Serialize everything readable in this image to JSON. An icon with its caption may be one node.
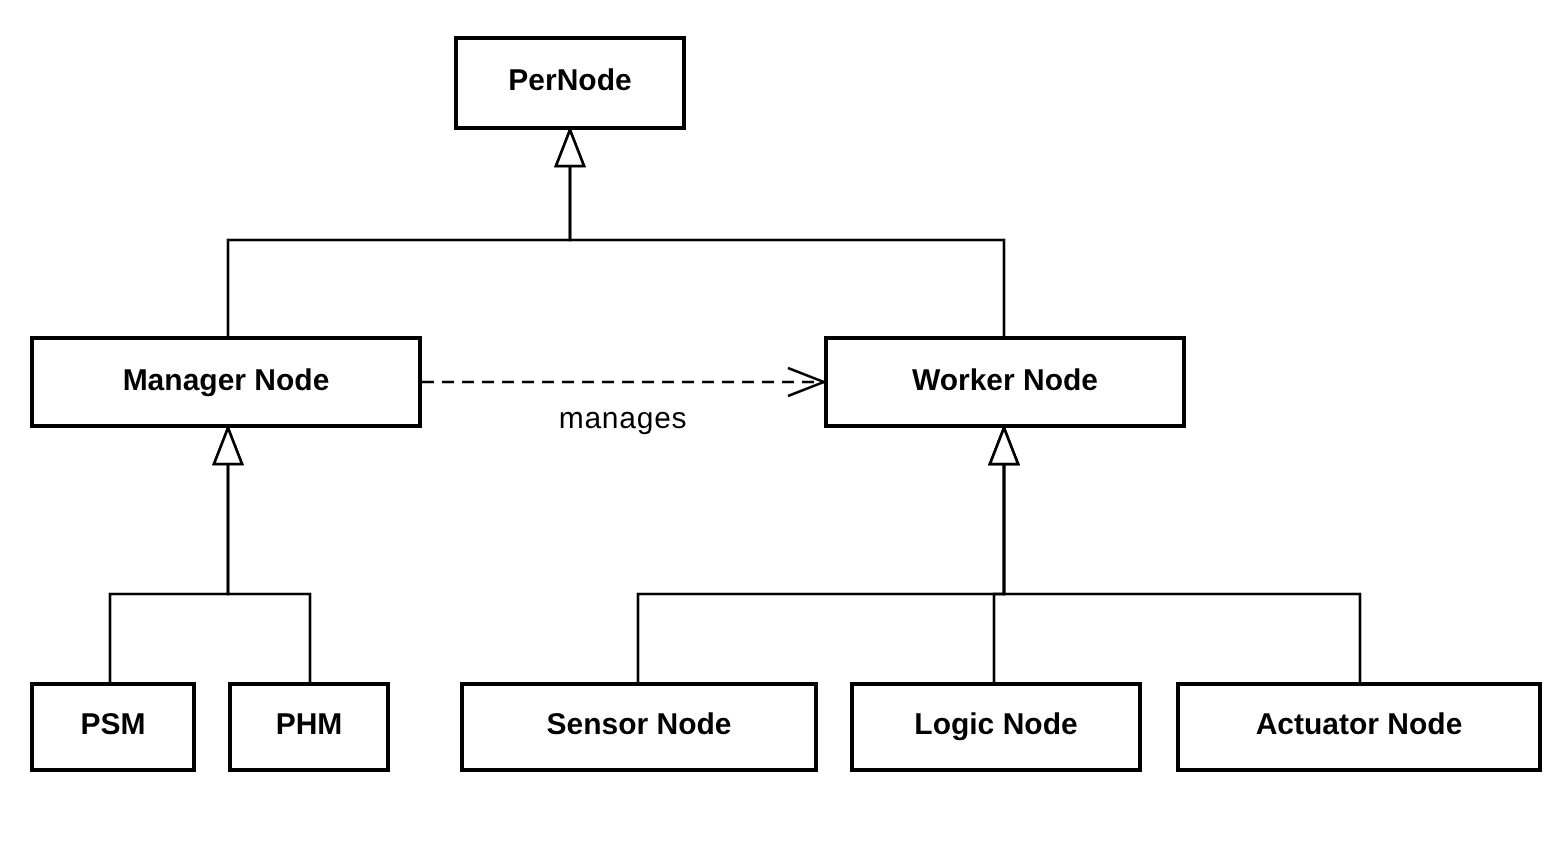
{
  "diagram": {
    "nodes": [
      {
        "text": [
          "PerNode"
        ]
      },
      {
        "text": [
          "Manager Node"
        ]
      },
      {
        "text": [
          "Worker Node"
        ]
      },
      {
        "text": [
          "PSM"
        ]
      },
      {
        "text": [
          "PHM"
        ]
      },
      {
        "text": [
          "Sensor Node"
        ]
      },
      {
        "text": [
          "Logic Node"
        ]
      },
      {
        "text": [
          "Actuator Node"
        ]
      }
    ],
    "edges": [
      {
        "from": 1,
        "to": 0,
        "arrow": "to"
      },
      {
        "from": 2,
        "to": 0,
        "arrow": "to"
      },
      {
        "from": 1,
        "to": 2,
        "arrow": "to",
        "label": "manages",
        "style": "dashed"
      },
      {
        "from": 3,
        "to": 1,
        "arrow": "to"
      },
      {
        "from": 4,
        "to": 1,
        "arrow": "to"
      },
      {
        "from": 5,
        "to": 2,
        "arrow": "to"
      },
      {
        "from": 6,
        "to": 2,
        "arrow": "to"
      },
      {
        "from": 7,
        "to": 2,
        "arrow": "to"
      }
    ]
  }
}
